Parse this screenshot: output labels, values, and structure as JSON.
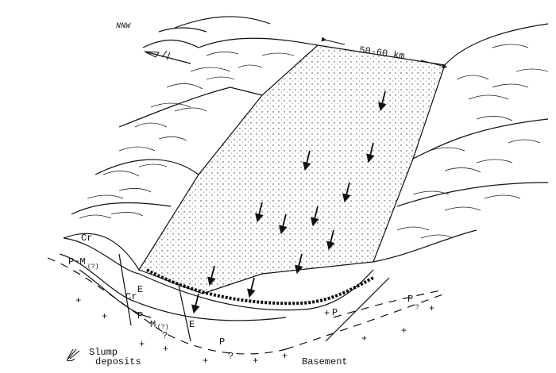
{
  "diagram": {
    "orientation_label": "NNW",
    "width_label": "50-60 km",
    "layers_left": {
      "cr_upper": "Cr",
      "pm_upper": "P−M",
      "pm_upper_sub": "(?)",
      "e_upper": "E",
      "cr_lower": "Cr",
      "p_lower": "P",
      "m_lower": "M",
      "m_lower_sub": "(?)",
      "q_left": "?",
      "e_lower": "E",
      "p_bottom": "P",
      "q_bottom": "?"
    },
    "layers_right": {
      "p_center": "P",
      "p_right": "P",
      "q_right": "?"
    },
    "legend": {
      "slump_line1": "Slump",
      "slump_line2": "deposits"
    },
    "basement_label": "Basement"
  }
}
